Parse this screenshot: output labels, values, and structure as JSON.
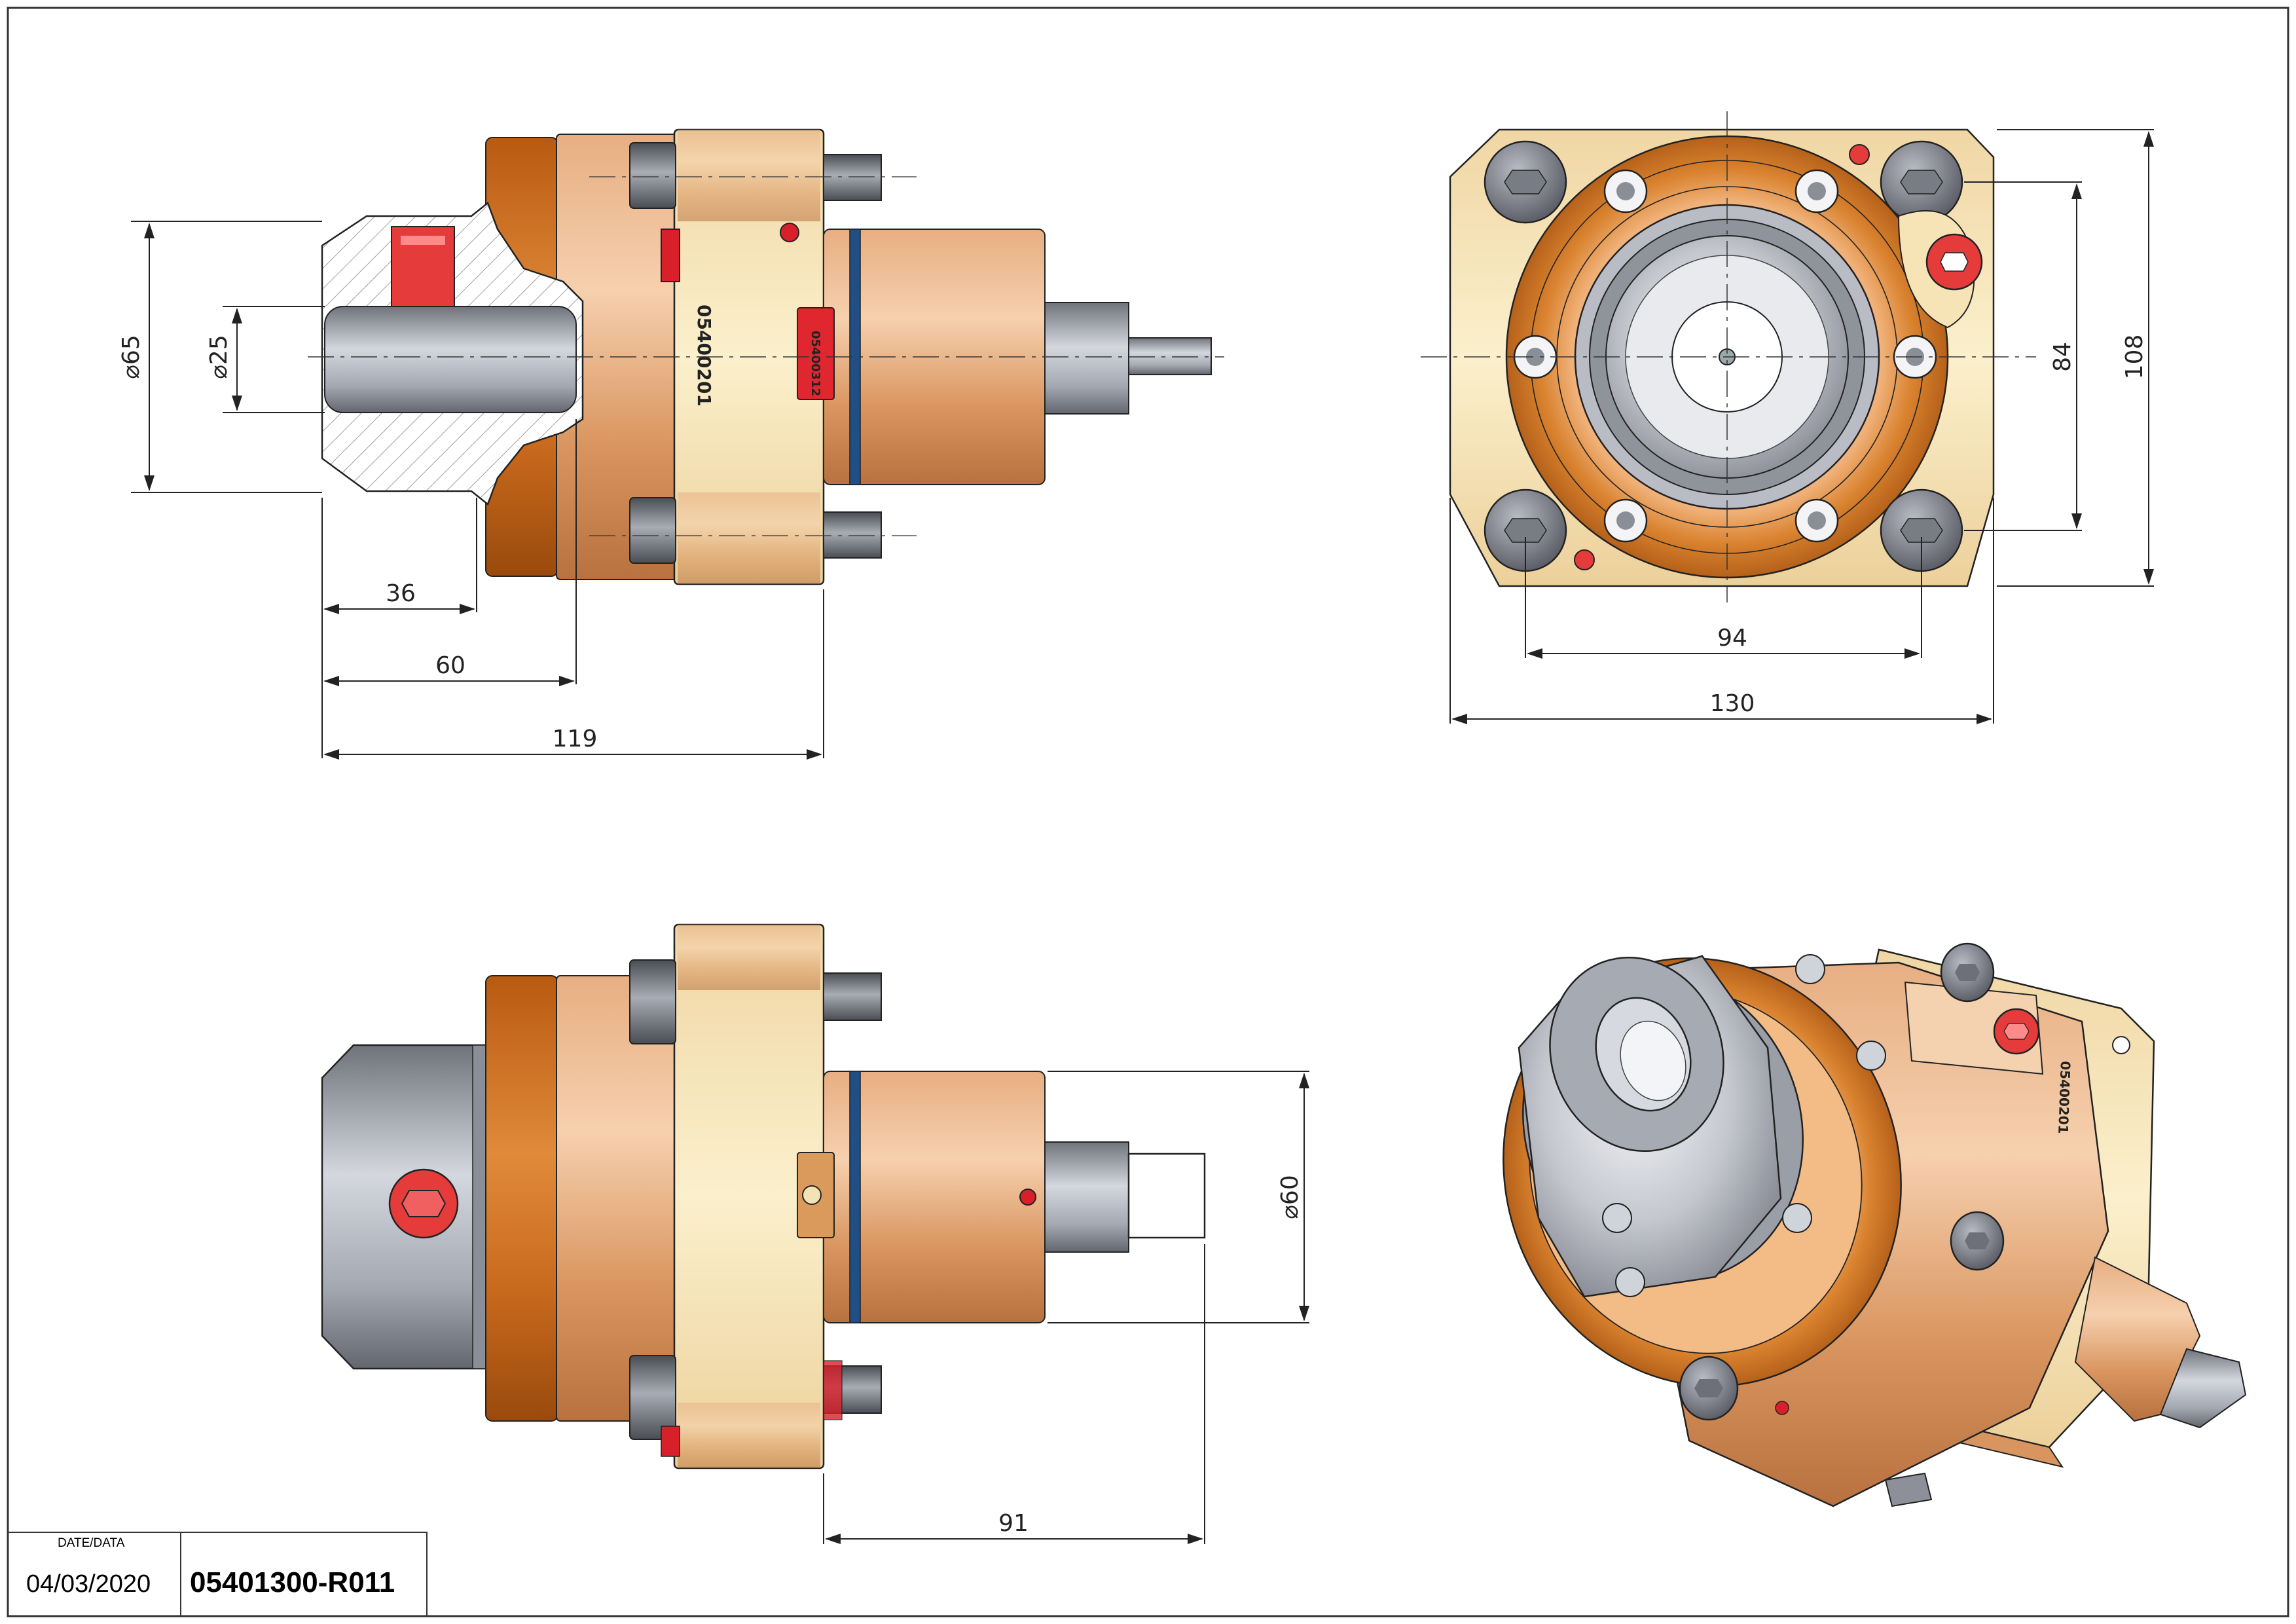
{
  "title_block": {
    "date_label": "DATE/DATA",
    "date_value": "04/03/2020",
    "drawing_number": "05401300-R011"
  },
  "part_markings": {
    "body_number": "05400201",
    "tag_number": "05400312",
    "iso_marking": "05400201"
  },
  "dimensions": {
    "d65": "65",
    "d25": "25",
    "l36": "36",
    "l60": "60",
    "l119": "119",
    "w94": "94",
    "w130": "130",
    "h84": "84",
    "h108": "108",
    "d60": "60",
    "l91": "91"
  },
  "colors": {
    "copper": "#c96a1d",
    "bronze": "#e0a070",
    "cream": "#f5e3b0",
    "steel": "#9ba0aa",
    "dark_steel": "#5c6068",
    "accent_red": "#d8202a",
    "seal_blue": "#1f4f86",
    "line": "#222222"
  }
}
